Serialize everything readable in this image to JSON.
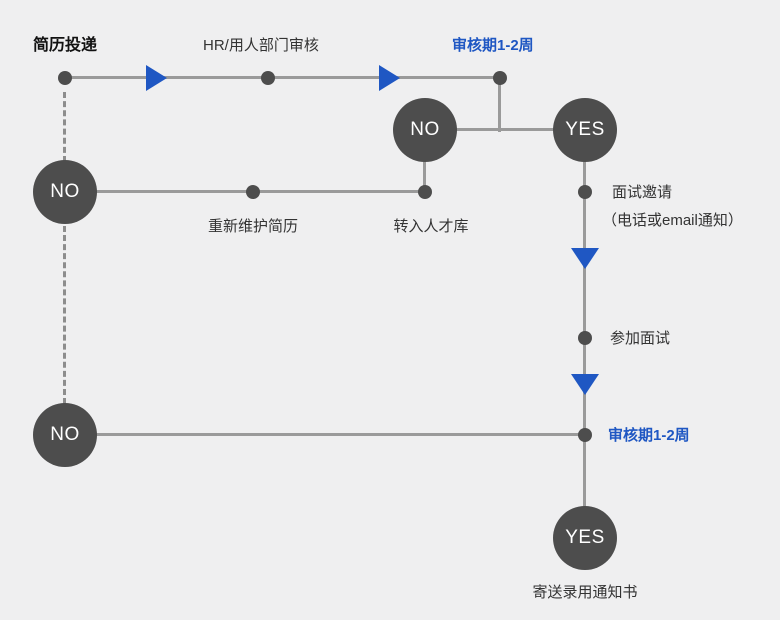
{
  "colors": {
    "background": "#efeff0",
    "node_fill": "#4d4d4d",
    "node_text": "#ffffff",
    "line": "#9a9a9a",
    "line_dash": "#8d8d8d",
    "accent_blue": "#1f57c3",
    "label_text": "#333333"
  },
  "flowchart": {
    "start_label": "简历投递",
    "hr_review_label": "HR/用人部门审核",
    "review_period_top": "审核期1-2周",
    "no_node_1": "NO",
    "yes_node_1": "YES",
    "no_node_2": "NO",
    "re_maintain_label": "重新维护简历",
    "talent_pool_label": "转入人才库",
    "interview_invite_line1": "面试邀请",
    "interview_invite_line2": "（电话或email通知）",
    "attend_interview_label": "参加面试",
    "review_period_bottom": "审核期1-2周",
    "no_node_3": "NO",
    "yes_node_2": "YES",
    "offer_label": "寄送录用通知书"
  }
}
